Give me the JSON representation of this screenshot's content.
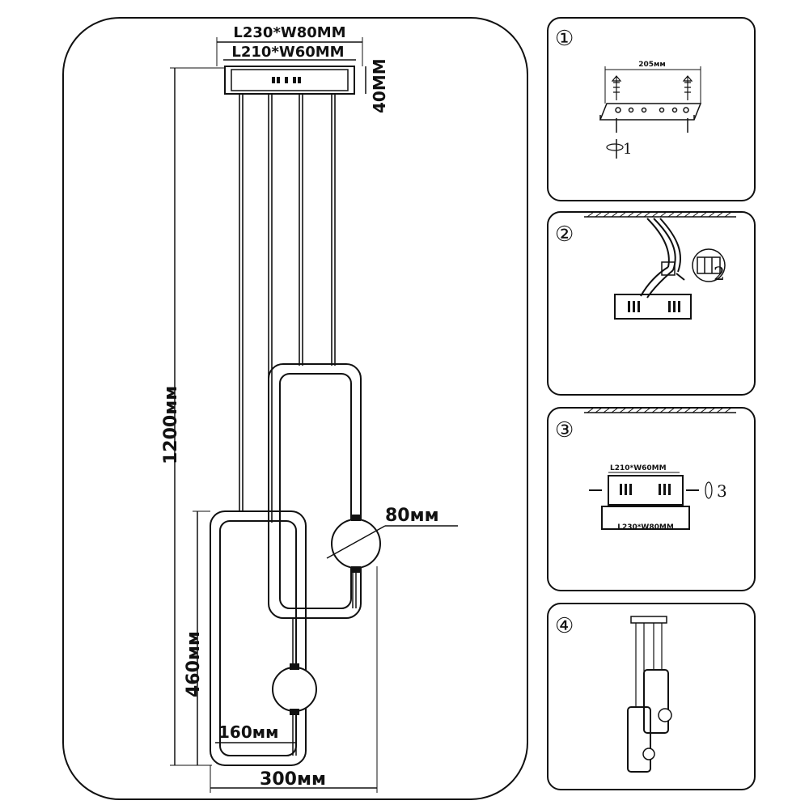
{
  "main_drawing": {
    "canopy_outer": "L230*W80MM",
    "canopy_inner": "L210*W60MM",
    "canopy_height": "40MM",
    "total_height": "1200мм",
    "ball_diameter": "80мм",
    "lower_frame_height": "460мм",
    "frame_inner_width": "160мм",
    "overall_width": "300мм"
  },
  "steps": [
    {
      "number": "①",
      "label_dim": "205мм",
      "screw_note": "1"
    },
    {
      "number": "②",
      "screw_note": "2"
    },
    {
      "number": "③",
      "inner": "L210*W60MM",
      "outer": "L230*W80MM",
      "screw_note": "3"
    },
    {
      "number": "④"
    }
  ],
  "colors": {
    "line": "#111111",
    "background": "#ffffff"
  }
}
